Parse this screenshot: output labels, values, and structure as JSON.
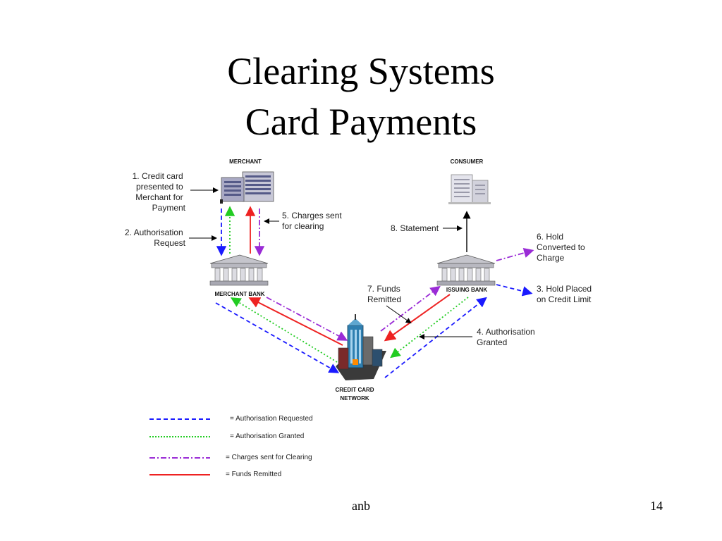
{
  "slide": {
    "title_line1": "Clearing Systems",
    "title_line2": "Card Payments",
    "footer_center": "anb",
    "page_number": "14"
  },
  "diagram": {
    "nodes": {
      "merchant": "MERCHANT",
      "consumer": "CONSUMER",
      "merchant_bank": "MERCHANT BANK",
      "issuing_bank": "ISSUING BANK",
      "network_line1": "CREDIT CARD",
      "network_line2": "NETWORK"
    },
    "steps": {
      "s1": [
        "1. Credit card",
        "presented to",
        "Merchant for",
        "Payment"
      ],
      "s2": [
        "2. Authorisation",
        "Request"
      ],
      "s3": [
        "3. Hold Placed",
        "on Credit Limit"
      ],
      "s4": [
        "4. Authorisation",
        "Granted"
      ],
      "s5": [
        "5. Charges sent",
        "for clearing"
      ],
      "s6": [
        "6. Hold",
        "Converted to",
        "Charge"
      ],
      "s7": [
        "7. Funds",
        "Remitted"
      ],
      "s8": [
        "8. Statement"
      ]
    },
    "legend": [
      {
        "label": "=  Authorisation Requested",
        "color": "#1a1aff",
        "style": "dashed"
      },
      {
        "label": "=  Authorisation Granted",
        "color": "#22cc22",
        "style": "dotted"
      },
      {
        "label": "=  Charges sent for Clearing",
        "color": "#9a2bd6",
        "style": "dash-dot"
      },
      {
        "label": "=  Funds Remitted",
        "color": "#ee2222",
        "style": "solid"
      }
    ],
    "colors": {
      "auth_requested": "#1a1aff",
      "auth_granted": "#22cc22",
      "charges": "#9a2bd6",
      "funds": "#ee2222"
    }
  }
}
